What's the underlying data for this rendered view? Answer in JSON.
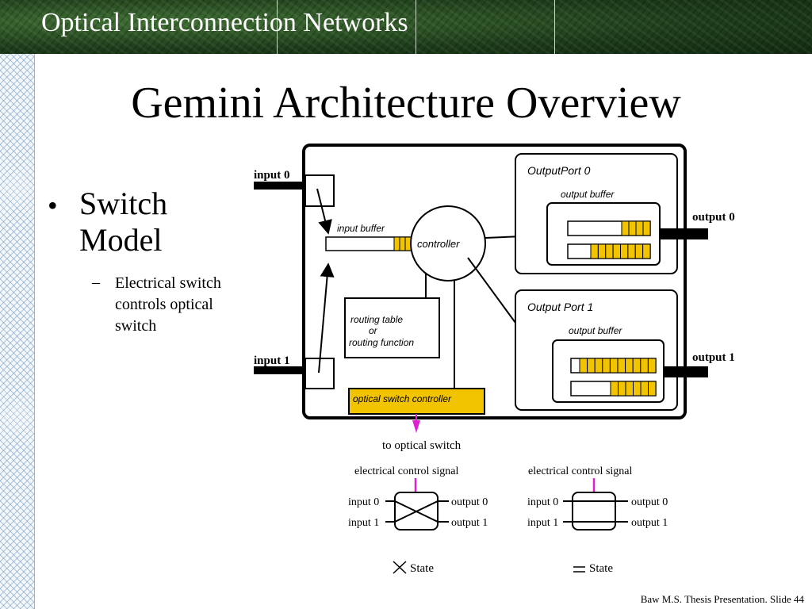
{
  "header": {
    "title": "Optical Interconnection Networks"
  },
  "slide": {
    "title": "Gemini Architecture Overview",
    "bullet": "Switch Model",
    "subbullet": "Electrical switch controls optical switch",
    "footer": "Baw M.S. Thesis Presentation. Slide 44"
  },
  "diagram": {
    "input0": "input 0",
    "input1": "input 1",
    "output0": "output 0",
    "output1": "output 1",
    "input_buffer": "input buffer",
    "controller": "controller",
    "routing_line1": "routing table",
    "routing_line2": "or",
    "routing_line3": "routing function",
    "optical_switch_controller": "optical switch controller",
    "output_port0": "OutputPort 0",
    "output_port1": "Output Port 1",
    "output_buffer": "output buffer",
    "to_optical_switch": "to optical switch",
    "electrical_control_signal": "electrical control signal",
    "cross_state": "State",
    "bar_state": "State"
  },
  "colors": {
    "buffer_fill": "#f2c400",
    "control_signal": "#e020d0",
    "header_bg": "#1f421c"
  }
}
